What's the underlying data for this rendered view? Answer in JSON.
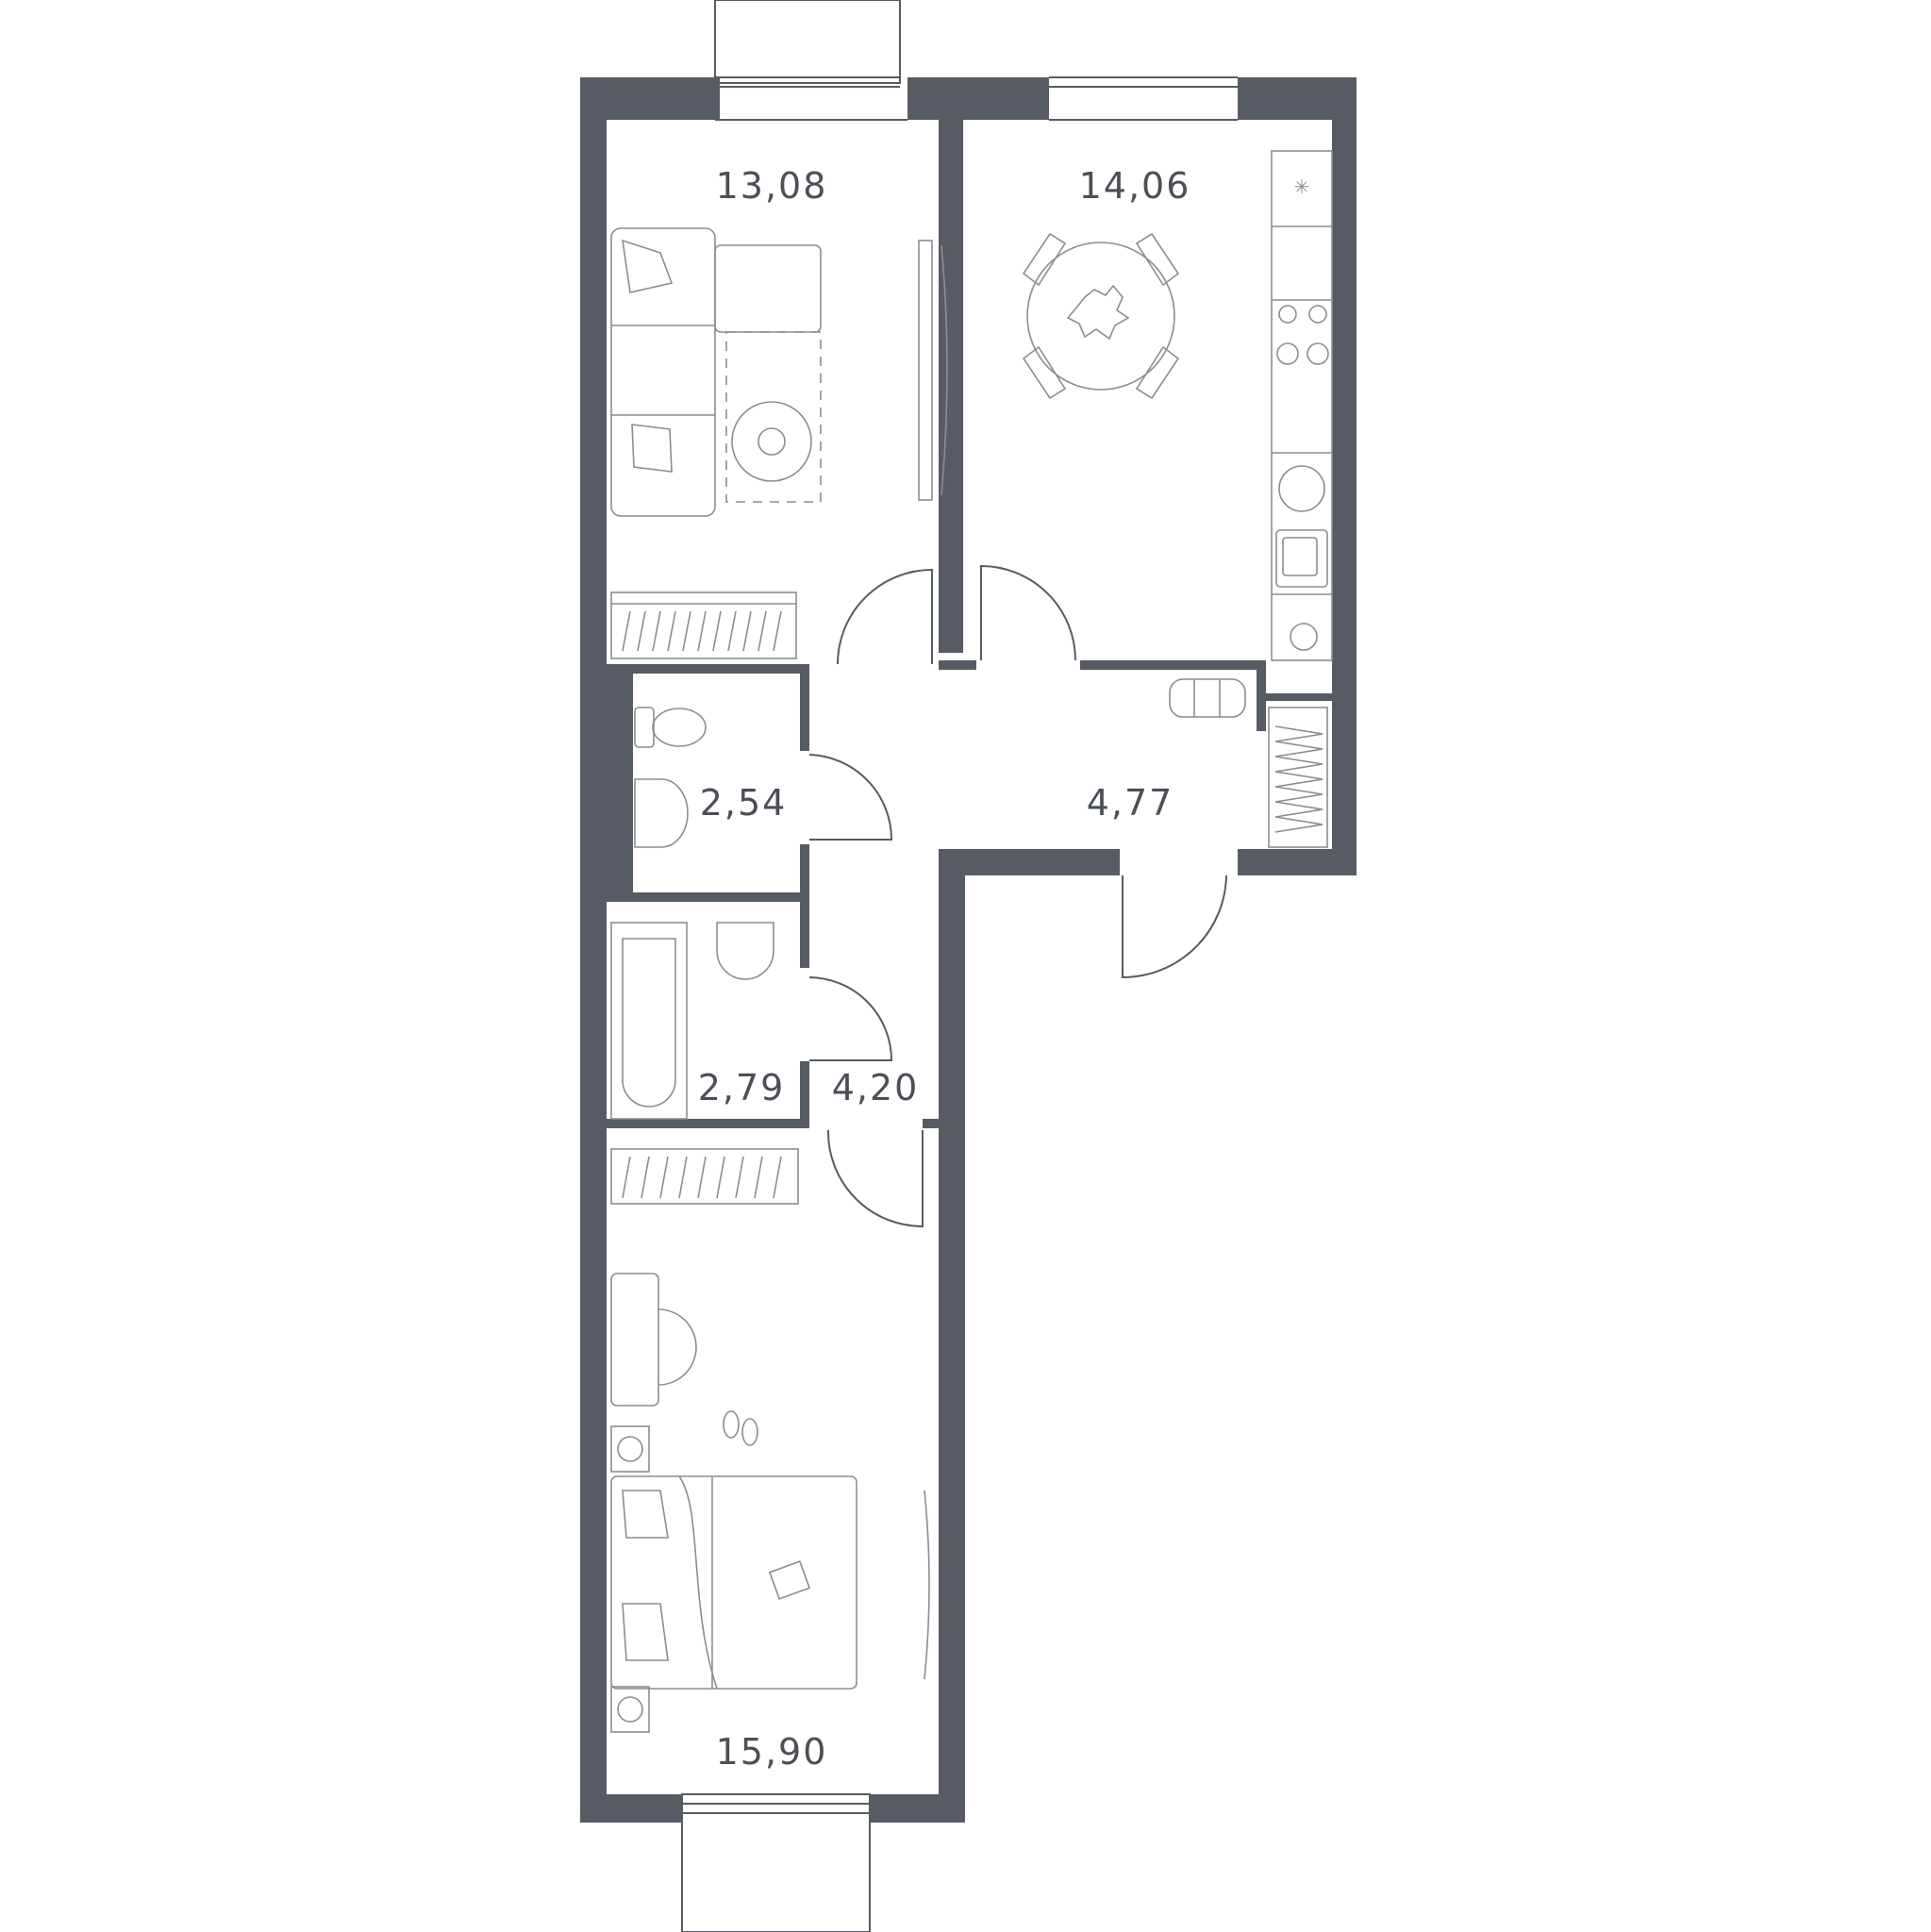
{
  "rooms": {
    "living_room": {
      "area": "13,08"
    },
    "kitchen": {
      "area": "14,06"
    },
    "toilet": {
      "area": "2,54"
    },
    "hall": {
      "area": "4,77"
    },
    "bathroom": {
      "area": "2,79"
    },
    "corridor": {
      "area": "4,20"
    },
    "bedroom": {
      "area": "15,90"
    }
  },
  "colors": {
    "wall": "#575b63",
    "furniture_line": "#8a8d93",
    "background": "#ffffff"
  }
}
